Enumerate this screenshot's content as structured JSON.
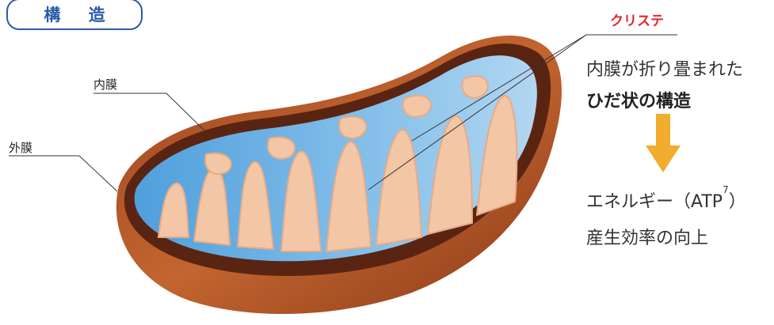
{
  "title": "構 造",
  "labels": {
    "inner_membrane": "内膜",
    "outer_membrane": "外膜",
    "cristae": "クリステ"
  },
  "description": {
    "line1": "内膜が折り畳まれた",
    "line2": "ひだ状の構造",
    "result_prefix": "エネルギー（ATP",
    "result_sup": "7",
    "result_suffix": "）",
    "result_line2": "産生効率の向上"
  },
  "colors": {
    "accent_blue": "#2a5aa8",
    "cristae_red": "#e3262b",
    "arrow_orange": "#f2ad2e",
    "outer_membrane": "#b5582a",
    "matrix": "#6fb3e6",
    "inner_membrane": "#f1c2a2"
  }
}
